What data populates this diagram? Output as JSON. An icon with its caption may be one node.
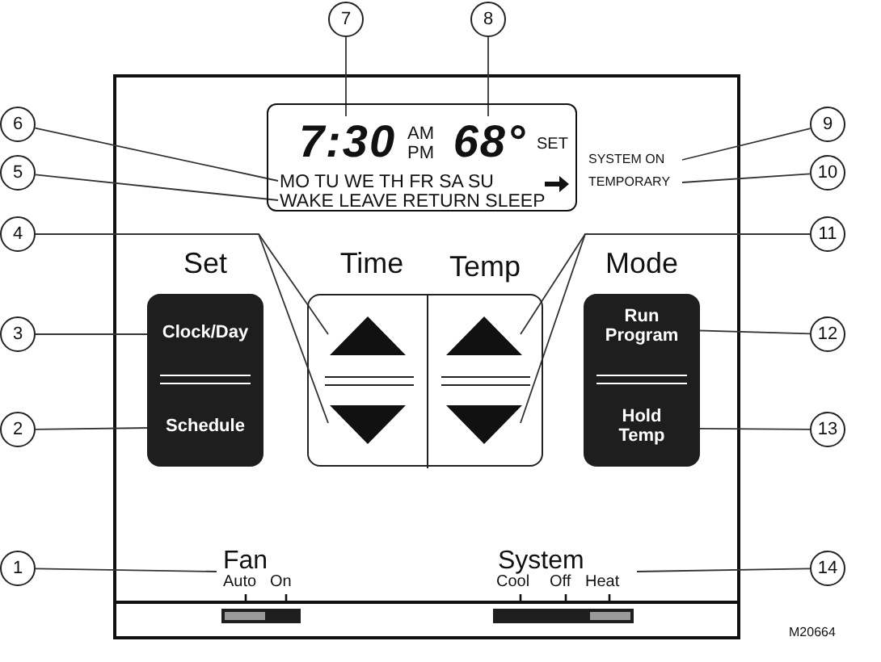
{
  "diagram": {
    "nodes": [
      {
        "text": [
          "1"
        ]
      },
      {
        "text": [
          "2"
        ]
      },
      {
        "text": [
          "3"
        ]
      },
      {
        "text": [
          "4"
        ]
      },
      {
        "text": [
          "5"
        ]
      },
      {
        "text": [
          "6"
        ]
      },
      {
        "text": [
          "7"
        ]
      },
      {
        "text": [
          "8"
        ]
      },
      {
        "text": [
          "9"
        ]
      },
      {
        "text": [
          "10"
        ]
      },
      {
        "text": [
          "11"
        ]
      },
      {
        "text": [
          "12"
        ]
      },
      {
        "text": [
          "13"
        ]
      },
      {
        "text": [
          "14"
        ]
      },
      {
        "text": [
          "AM PM",
          "SET"
        ]
      },
      {
        "text": [
          "7:30"
        ],
        "in": 14
      },
      {
        "text": [
          "68°"
        ],
        "in": 14
      },
      {
        "text": [
          "MO TU WE TH FR SA SU"
        ],
        "in": 14
      },
      {
        "text": [
          "WAKE LEAVE RETURN SLEEP"
        ],
        "in": 14
      },
      {
        "text": [
          "SYSTEM ON"
        ]
      },
      {
        "text": [
          "TEMPORARY"
        ]
      },
      {
        "text": [
          "Time",
          "Temp"
        ]
      },
      {
        "text": [],
        "shape": "triangle",
        "in": 21
      },
      {
        "text": [],
        "shape": "triangle",
        "in": 21
      },
      {
        "text": [],
        "shape": "triangle",
        "in": 21
      },
      {
        "text": [],
        "shape": "triangle",
        "in": 21
      },
      {
        "text": [
          "Set"
        ]
      },
      {
        "text": [
          "Clock/Day"
        ],
        "in": 26
      },
      {
        "text": [
          "Schedule"
        ],
        "in": 26
      },
      {
        "text": [
          "Mode"
        ]
      },
      {
        "text": [
          "Run Program"
        ],
        "in": 29
      },
      {
        "text": [
          "Hold Temp"
        ],
        "in": 29
      },
      {
        "text": [
          "Fan",
          "Auto",
          "On"
        ]
      },
      {
        "text": [
          "System",
          "Cool",
          "Off",
          "Heat"
        ]
      }
    ],
    "edges": [
      {
        "from": 0,
        "to": 32,
        "arrow": "none"
      },
      {
        "from": 1,
        "to": 28,
        "arrow": "none"
      },
      {
        "from": 2,
        "to": 27,
        "arrow": "none"
      },
      {
        "from": 3,
        "to": 22,
        "arrow": "none"
      },
      {
        "from": 3,
        "to": 23,
        "arrow": "none"
      },
      {
        "from": 4,
        "to": 18,
        "arrow": "none"
      },
      {
        "from": 5,
        "to": 17,
        "arrow": "none"
      },
      {
        "from": 6,
        "to": 15,
        "arrow": "none"
      },
      {
        "from": 7,
        "to": 16,
        "arrow": "none"
      },
      {
        "from": 8,
        "to": 19,
        "arrow": "none"
      },
      {
        "from": 9,
        "to": 20,
        "arrow": "none"
      },
      {
        "from": 10,
        "to": 24,
        "arrow": "none"
      },
      {
        "from": 10,
        "to": 25,
        "arrow": "none"
      },
      {
        "from": 11,
        "to": 30,
        "arrow": "none"
      },
      {
        "from": 12,
        "to": 31,
        "arrow": "none"
      },
      {
        "from": 13,
        "to": 33,
        "arrow": "none"
      }
    ],
    "labels": [
      "M20664"
    ]
  }
}
